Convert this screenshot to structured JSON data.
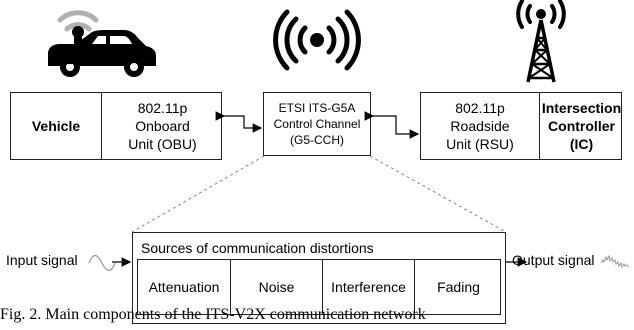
{
  "vehicle": {
    "label": "Vehicle",
    "obu_line1": "802.11p",
    "obu_line2": "Onboard",
    "obu_line3": "Unit (OBU)"
  },
  "channel": {
    "line1": "ETSI ITS-G5A",
    "line2": "Control Channel",
    "line3": "(G5-CCH)"
  },
  "roadside": {
    "rsu_line1": "802.11p",
    "rsu_line2": "Roadside",
    "rsu_line3": "Unit (RSU)",
    "ic_line1": "Intersection",
    "ic_line2": "Controller",
    "ic_line3": "(IC)"
  },
  "distortions": {
    "title": "Sources of communication distortions",
    "items": [
      "Attenuation",
      "Noise",
      "Interference",
      "Fading"
    ]
  },
  "signals": {
    "input": "Input signal",
    "output": "Output signal"
  },
  "caption": "Fig. 2.  Main components of the ITS-V2X communication network",
  "icons": [
    "car-wifi-icon",
    "broadcast-icon",
    "radio-tower-icon",
    "sine-wave-icon",
    "noisy-signal-icon"
  ],
  "colors": {
    "icon": "#000000",
    "wifi_arc": "#b0b0b0",
    "dashed": "#888888"
  }
}
